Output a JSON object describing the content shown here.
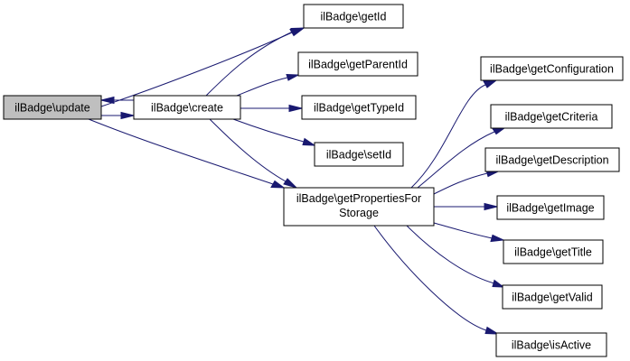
{
  "diagram": {
    "colors": {
      "edge": "#191970",
      "node_fill": "#ffffff",
      "node_fill_highlight": "#bfbfbf",
      "node_stroke": "#000000"
    },
    "nodes": [
      {
        "id": "update",
        "label": "ilBadge\\update",
        "highlight": true
      },
      {
        "id": "create",
        "label": "ilBadge\\create"
      },
      {
        "id": "getId",
        "label": "ilBadge\\getId"
      },
      {
        "id": "getParentId",
        "label": "ilBadge\\getParentId"
      },
      {
        "id": "getTypeId",
        "label": "ilBadge\\getTypeId"
      },
      {
        "id": "setId",
        "label": "ilBadge\\setId"
      },
      {
        "id": "getPropertiesForStorage",
        "label": "ilBadge\\getPropertiesFor",
        "label_line2": "Storage"
      },
      {
        "id": "getConfiguration",
        "label": "ilBadge\\getConfiguration"
      },
      {
        "id": "getCriteria",
        "label": "ilBadge\\getCriteria"
      },
      {
        "id": "getDescription",
        "label": "ilBadge\\getDescription"
      },
      {
        "id": "getImage",
        "label": "ilBadge\\getImage"
      },
      {
        "id": "getTitle",
        "label": "ilBadge\\getTitle"
      },
      {
        "id": "getValid",
        "label": "ilBadge\\getValid"
      },
      {
        "id": "isActive",
        "label": "ilBadge\\isActive"
      }
    ],
    "edges": [
      {
        "from": "update",
        "to": "create"
      },
      {
        "from": "update",
        "to": "getId"
      },
      {
        "from": "update",
        "to": "getPropertiesForStorage"
      },
      {
        "from": "create",
        "to": "update"
      },
      {
        "from": "create",
        "to": "getId"
      },
      {
        "from": "create",
        "to": "getParentId"
      },
      {
        "from": "create",
        "to": "getTypeId"
      },
      {
        "from": "create",
        "to": "setId"
      },
      {
        "from": "create",
        "to": "getPropertiesForStorage"
      },
      {
        "from": "getPropertiesForStorage",
        "to": "getConfiguration"
      },
      {
        "from": "getPropertiesForStorage",
        "to": "getCriteria"
      },
      {
        "from": "getPropertiesForStorage",
        "to": "getDescription"
      },
      {
        "from": "getPropertiesForStorage",
        "to": "getImage"
      },
      {
        "from": "getPropertiesForStorage",
        "to": "getTitle"
      },
      {
        "from": "getPropertiesForStorage",
        "to": "getValid"
      },
      {
        "from": "getPropertiesForStorage",
        "to": "isActive"
      }
    ]
  }
}
